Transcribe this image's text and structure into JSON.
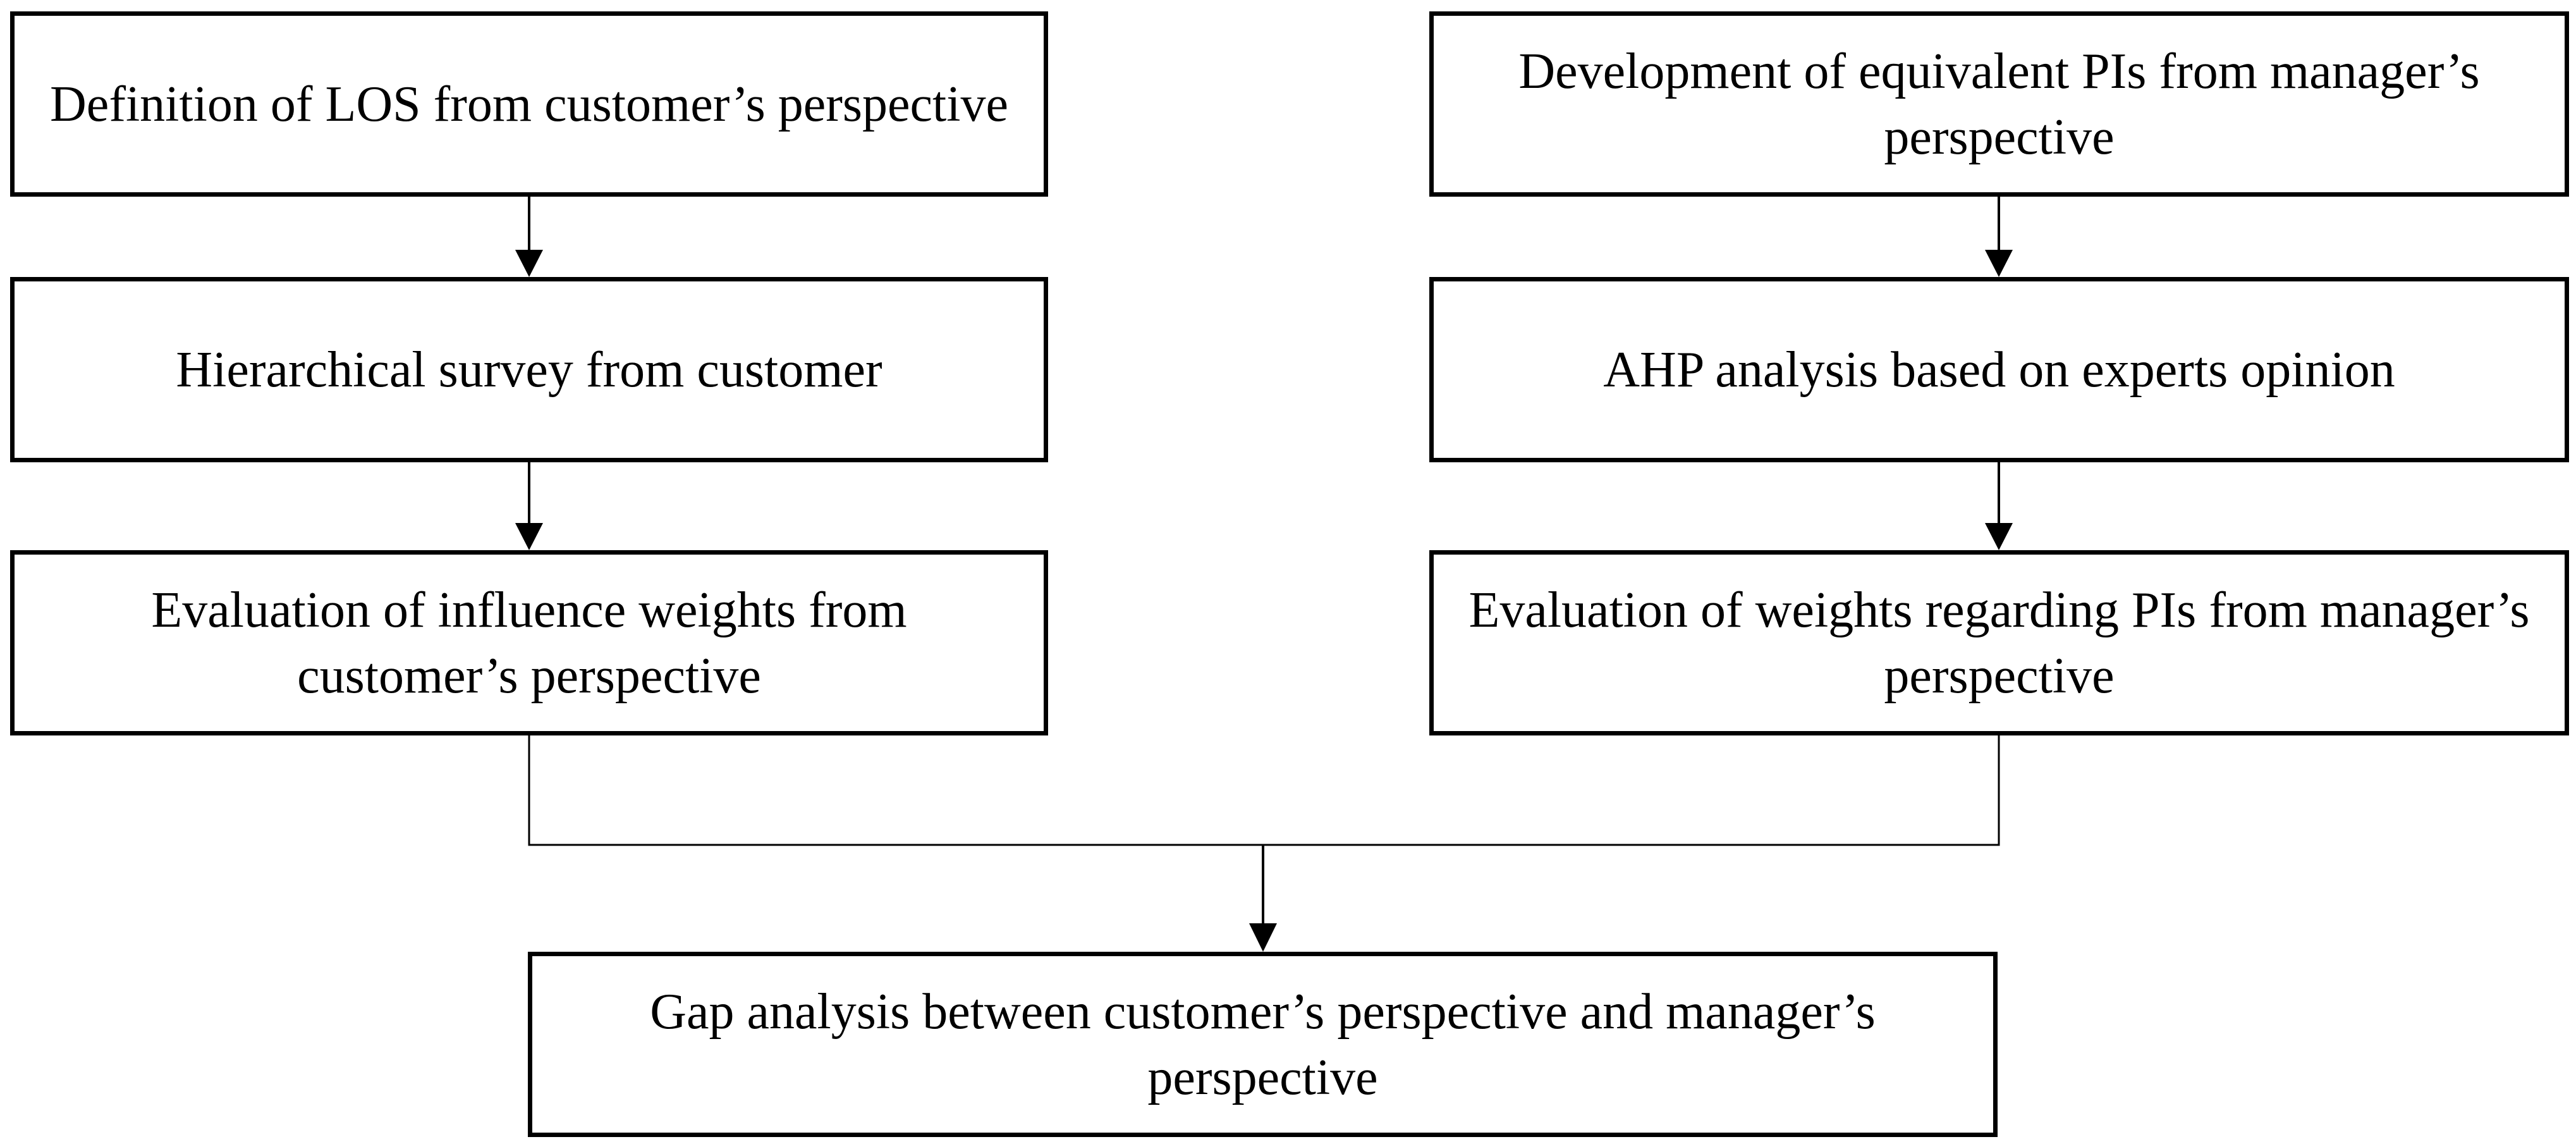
{
  "left_column": {
    "step1": "Definition of LOS from customer’s perspective",
    "step2": "Hierarchical survey from customer",
    "step3": "Evaluation of influence weights from customer’s perspective"
  },
  "right_column": {
    "step1": "Development of equivalent PIs from manager’s perspective",
    "step2": "AHP analysis based on experts opinion",
    "step3": "Evaluation of weights regarding PIs from manager’s perspective"
  },
  "bottom": {
    "result": "Gap analysis between customer’s perspective and manager’s perspective"
  }
}
